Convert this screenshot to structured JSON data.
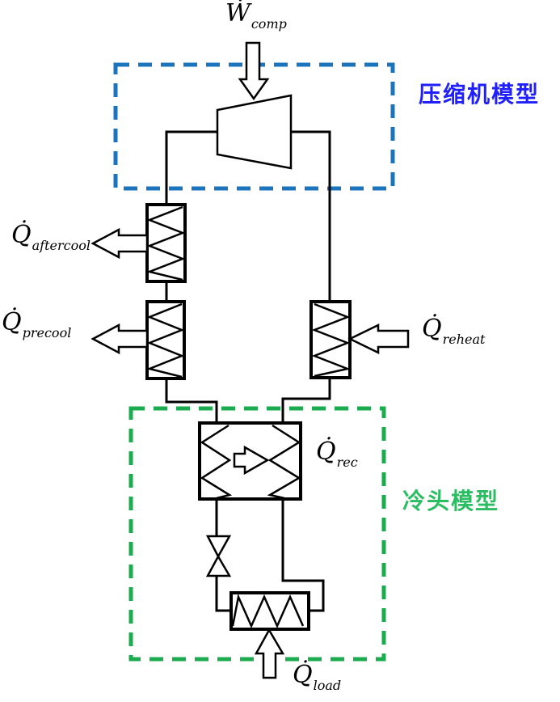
{
  "figure": {
    "region_labels": {
      "compressor_model": "压缩机模型",
      "cold_head_model": "冷头模型"
    },
    "energy_labels": {
      "w_comp": {
        "symbol": "Ẇ",
        "subscript": "comp"
      },
      "q_aftercool": {
        "symbol": "Q̇",
        "subscript": "aftercool"
      },
      "q_precool": {
        "symbol": "Q̇",
        "subscript": "precool"
      },
      "q_reheat": {
        "symbol": "Q̇",
        "subscript": "reheat"
      },
      "q_rec": {
        "symbol": "Q̇",
        "subscript": "rec"
      },
      "q_load": {
        "symbol": "Q̇",
        "subscript": "load"
      }
    },
    "colors": {
      "compressor_box": "#1B75BC",
      "compressor_label": "#1F1FFF",
      "cold_head_box": "#1CAC50",
      "cold_head_label": "#2BBD62",
      "line": "#000000",
      "background": "#FFFFFF"
    },
    "components": {
      "compressor": "compressor",
      "aftercooler": "aftercooler-heat-exchanger",
      "precooler": "precooler-heat-exchanger",
      "reheater": "reheater-heat-exchanger",
      "recuperator": "recuperator-heat-exchanger",
      "expansion_valve": "expansion-valve",
      "load_hx": "load-heat-exchanger"
    }
  }
}
